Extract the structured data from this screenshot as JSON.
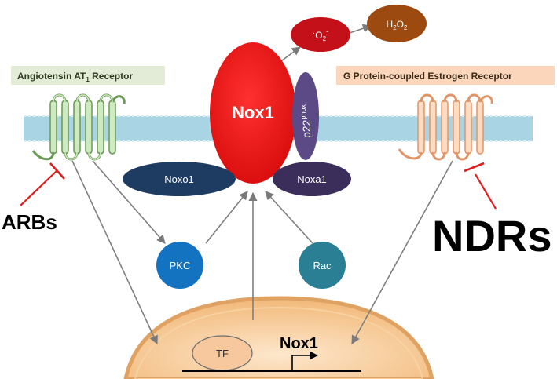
{
  "receptors": {
    "left_label": "Angiotensin AT",
    "left_sub": "1",
    "left_suffix": " Receptor",
    "right_label": "G Protein-coupled Estrogen Receptor"
  },
  "enzyme": {
    "nox1": "Nox1",
    "p22": "p22",
    "p22_sup": "phox",
    "noxo1": "Noxo1",
    "noxa1": "Noxa1"
  },
  "products": {
    "superoxide_dot": "·",
    "superoxide_o": "O",
    "superoxide_sub": "2",
    "superoxide_sup": "-",
    "peroxide_h": "H",
    "peroxide_sub1": "2",
    "peroxide_o": "O",
    "peroxide_sub2": "2"
  },
  "signaling": {
    "pkc": "PKC",
    "rac": "Rac",
    "tf": "TF",
    "gene": "Nox1"
  },
  "inhibitors": {
    "arbs": "ARBs",
    "ndrs": "NDRs"
  },
  "colors": {
    "membrane": "#a9d4e4",
    "nox1": "#ee1c1c",
    "p22": "#5c4a86",
    "noxo1": "#1e3b62",
    "noxa1": "#3b2e5a",
    "pkc": "#1473c0",
    "rac": "#2a7f95",
    "superoxide": "#c41018",
    "peroxide": "#9c4a10",
    "nucleus": "#f4c896",
    "inhibitor": "#e21b1b",
    "arrow": "#808080"
  }
}
